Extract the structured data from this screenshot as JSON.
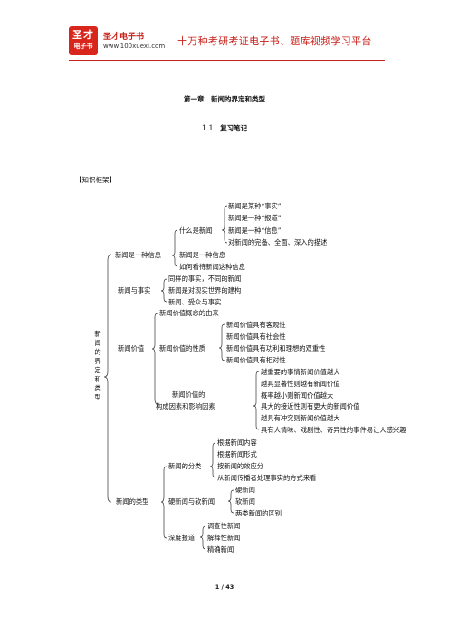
{
  "header": {
    "logo_line1": "圣才",
    "logo_line2": "电子书",
    "brand": "圣才电子书",
    "site": "www.100xuexi.com",
    "slogan": "十万种考研考证电子书、题库视频学习平台"
  },
  "chapter_title": "第一章　新闻的界定和类型",
  "section": {
    "number": "1.1",
    "title": "复习笔记"
  },
  "framework_label": "【知识框架】",
  "mindmap": {
    "root": "新闻的界定和类型",
    "b1": {
      "label": "新闻是一种信息",
      "what": "什么是新闻",
      "what_items": [
        "新闻是某种“事实”",
        "新闻是一种“报道”",
        "新闻是一种“信息”",
        "对新闻的完备、全面、深入的描述"
      ],
      "items": [
        "新闻是一种信息",
        "如何看待新闻这种信息"
      ]
    },
    "b2": {
      "label": "新闻与事实",
      "items": [
        "同样的事实，不同的新闻",
        "新闻是对现实世界的建构",
        "新闻、受众与事实"
      ]
    },
    "b3": {
      "label": "新闻价值",
      "origin": "新闻价值概念的由来",
      "nature": "新闻价值的性质",
      "nature_items": [
        "新闻价值具有客观性",
        "新闻价值具有社会性",
        "新闻价值具有功利和理想的双重性",
        "新闻价值具有相对性"
      ],
      "factors_line1": "新闻价值的",
      "factors_line2": "构成因素和影响因素",
      "factors_items": [
        "越重要的事情新闻价值越大",
        "越具显著性则越有新闻价值",
        "概率越小则新闻价值越大",
        "具大的接近性则有更大的新闻价值",
        "越具有冲突则新闻价值越大",
        "具有人情味、戏剧性、奇异性的事件易让人感兴趣"
      ]
    },
    "b4": {
      "label": "新闻的类型",
      "class": "新闻的分类",
      "class_items": [
        "根据新闻内容",
        "根据新闻形式",
        "按新闻的效应分",
        "从新闻传播者处理事实的方式来看"
      ],
      "hardsoft": "硬新闻与软新闻",
      "hardsoft_items": [
        "硬新闻",
        "软新闻",
        "两类新闻的区别"
      ],
      "depth": "深度报道",
      "depth_items": [
        "调查性新闻",
        "解释性新闻",
        "精确新闻"
      ]
    }
  },
  "page_number": "1 / 43"
}
